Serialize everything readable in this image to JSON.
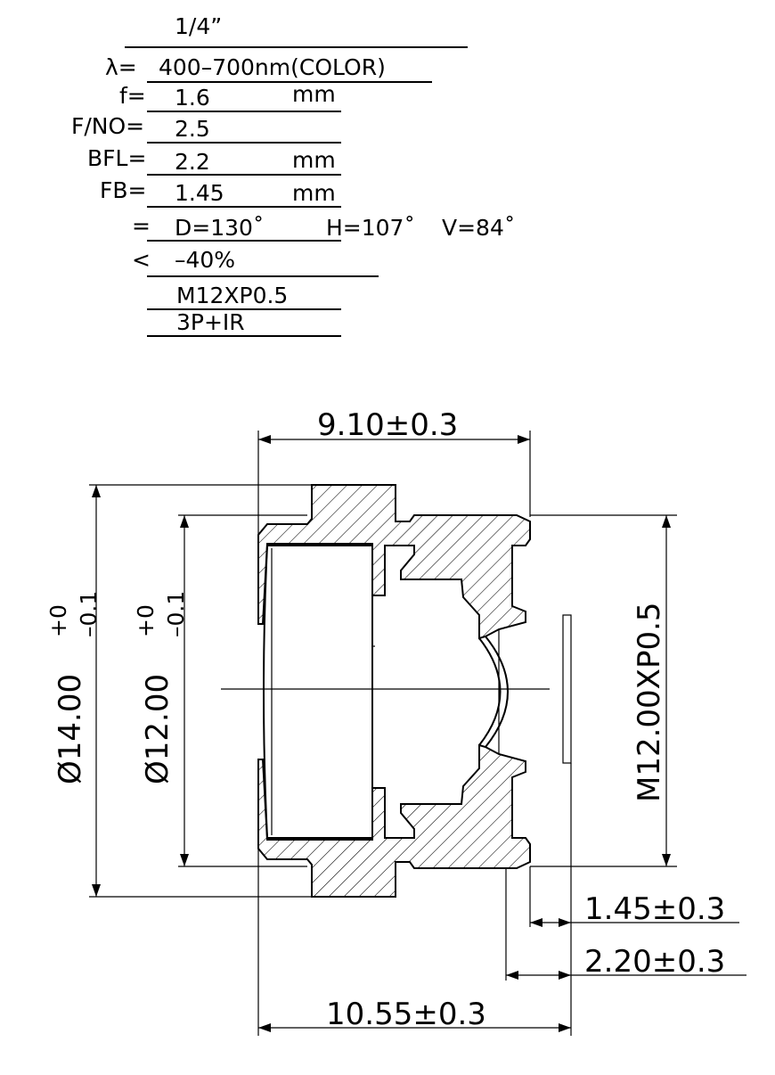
{
  "specs": {
    "format": "1/4”",
    "wavelength_label": "λ=",
    "wavelength_value": "400–700nm(COLOR)",
    "focal_label": "f=",
    "focal_value": "1.6",
    "focal_unit": "mm",
    "fno_label": "F/NO=",
    "fno_value": "2.5",
    "bfl_label": "BFL=",
    "bfl_value": "2.2",
    "bfl_unit": "mm",
    "fb_label": "FB=",
    "fb_value": "1.45",
    "fb_unit": "mm",
    "fov_label": "=",
    "fov_d": "D=130˚",
    "fov_h": "H=107˚",
    "fov_v": "V=84˚",
    "distortion_label": "<",
    "distortion_value": "–40%",
    "mount": "M12XP0.5",
    "construction": "3P+IR"
  },
  "dimensions": {
    "top_length": "9.10±0.3",
    "outer_diameter": "Ø14.00",
    "outer_tol_upper": "+0",
    "outer_tol_lower": "–0.1",
    "inner_diameter": "Ø12.00",
    "inner_tol_upper": "+0",
    "inner_tol_lower": "–0.1",
    "thread": "M12.00XP0.5",
    "fb_dim": "1.45±0.3",
    "bfl_dim": "2.20±0.3",
    "total_length": "10.55±0.3"
  }
}
